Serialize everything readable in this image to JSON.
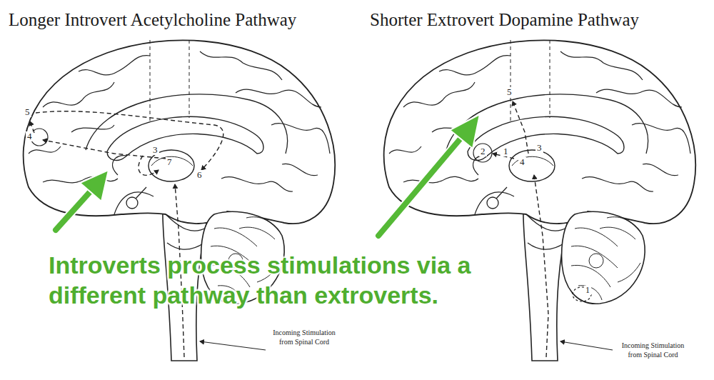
{
  "diagram": {
    "labels": [
      "Longer Introvert Acetylcholine Pathway",
      "Shorter Extrovert Dopamine Pathway",
      "5",
      "4",
      "3",
      "7",
      "6",
      "Incoming Stimulation from Spinal Cord",
      "5",
      "2",
      "1",
      "4",
      "3",
      "1",
      "Incoming Stimulation from Spinal Cord",
      "Introverts process stimulations via a different pathway than extroverts."
    ]
  }
}
